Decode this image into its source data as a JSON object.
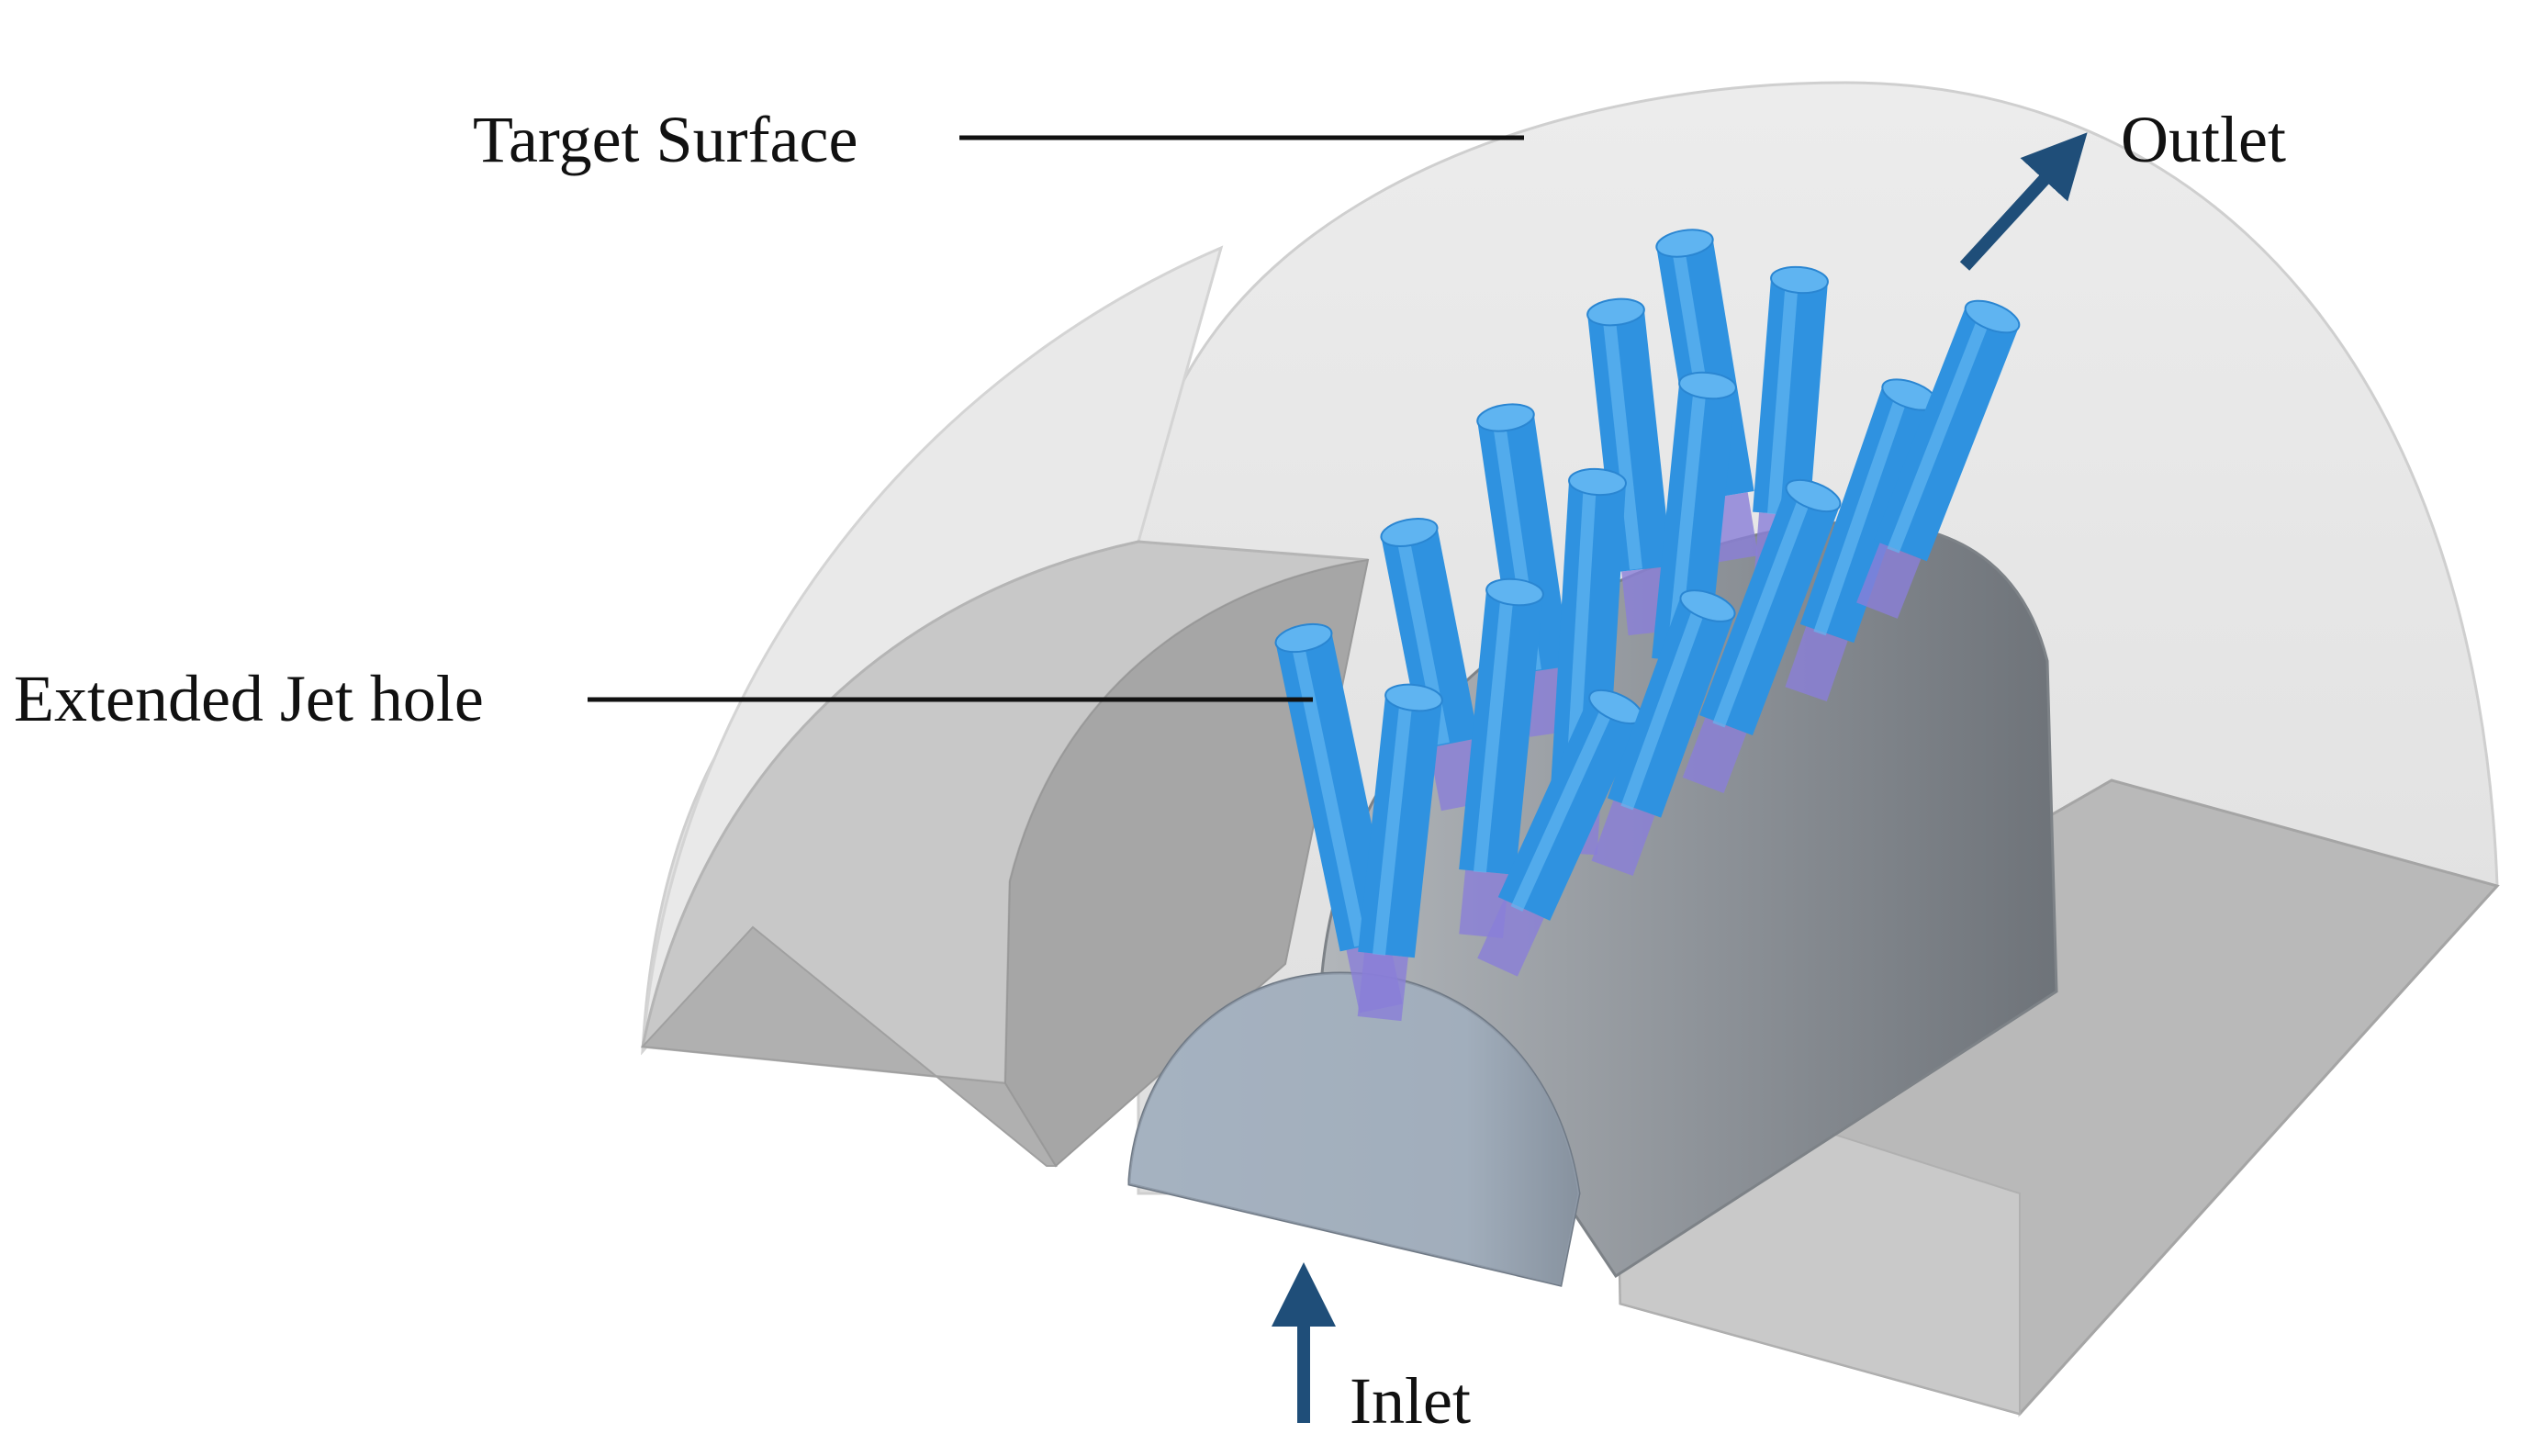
{
  "labels": {
    "target_surface": "Target Surface",
    "outlet": "Outlet",
    "extended_jet_hole": "Extended Jet hole",
    "inlet": "Inlet"
  },
  "colors": {
    "shell_face": "#e6e6e6",
    "shell_side": "#bcbcbc",
    "duct_top": "#c4c4c4",
    "duct_side": "#a2a2a2",
    "plenum": "#8f949a",
    "inlet_face": "#a9b6c3",
    "jet": "#2f92e0",
    "jet_cap": "#5fb4f1",
    "jet_stub": "#8a7fd9",
    "arrow": "#1f4e79",
    "leader": "#111111"
  }
}
